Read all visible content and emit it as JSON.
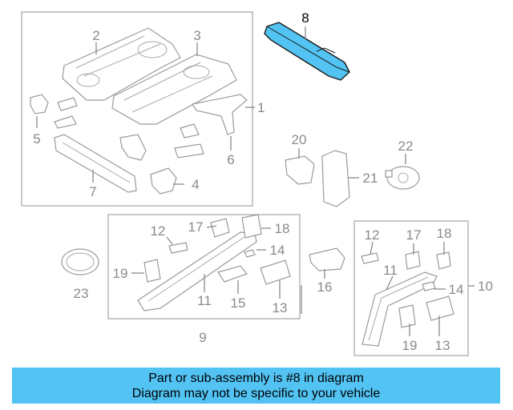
{
  "diagram": {
    "callouts": {
      "c1": "1",
      "c2": "2",
      "c3": "3",
      "c4": "4",
      "c5": "5",
      "c6": "6",
      "c7": "7",
      "c8": "8",
      "c9": "9",
      "c10": "10",
      "c11a": "11",
      "c11b": "11",
      "c12a": "12",
      "c12b": "12",
      "c13a": "13",
      "c13b": "13",
      "c14a": "14",
      "c14b": "14",
      "c15": "15",
      "c16": "16",
      "c17a": "17",
      "c17b": "17",
      "c18a": "18",
      "c18b": "18",
      "c19a": "19",
      "c19b": "19",
      "c20": "20",
      "c21": "21",
      "c22": "22",
      "c23": "23"
    },
    "highlight_color": "#52c3f3"
  },
  "banner": {
    "line1": "Part or sub-assembly is #8 in diagram",
    "line2": "Diagram may not be specific to your vehicle",
    "background": "#52c3f3"
  }
}
